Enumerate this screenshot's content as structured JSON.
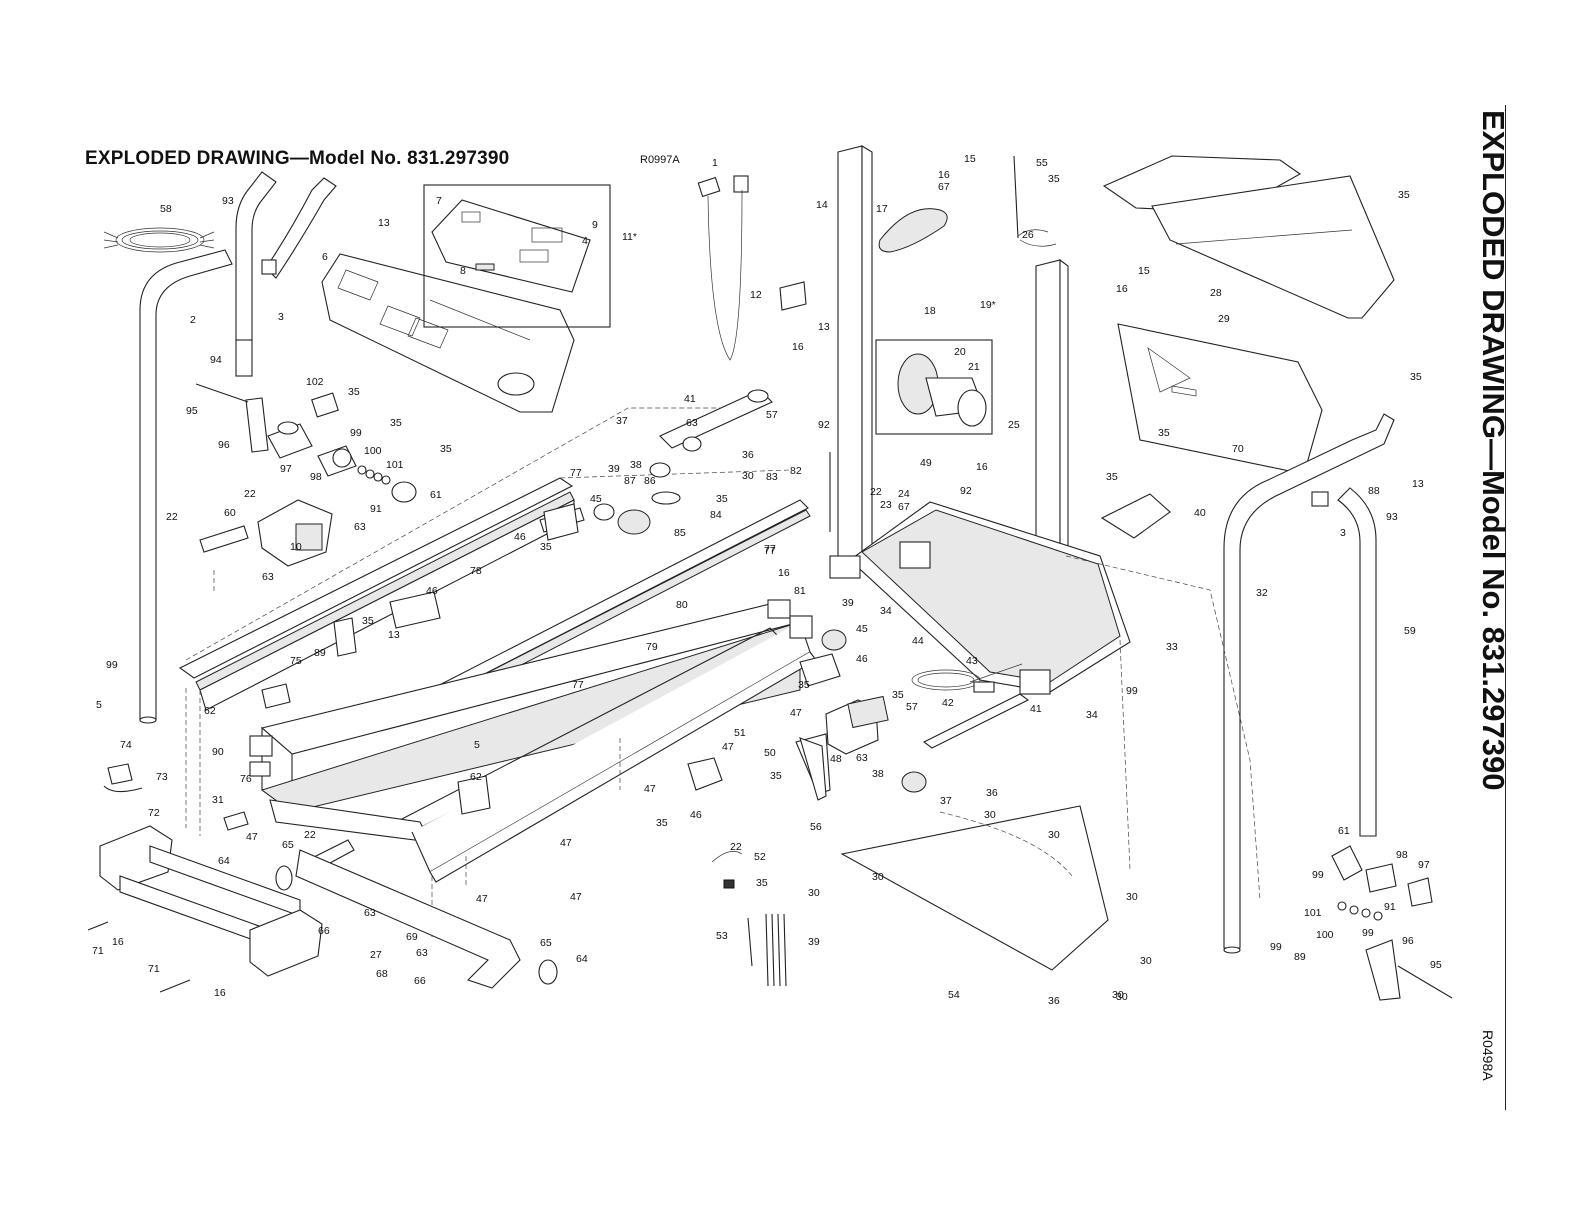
{
  "header": {
    "title": "EXPLODED DRAWING—Model No. 831.297390",
    "drawing_code": "R0997A"
  },
  "side": {
    "title": "EXPLODED DRAWING—Model No. 831.297390",
    "drawing_code": "R0498A"
  },
  "labels": {
    "c_console": [
      "7",
      "8",
      "9",
      "4",
      "11*"
    ],
    "c_top": [
      "1",
      "14",
      "15",
      "16",
      "67",
      "17",
      "55",
      "26",
      "35",
      "28",
      "35",
      "15",
      "16",
      "12",
      "13",
      "18",
      "19*",
      "20",
      "21",
      "29",
      "35",
      "35",
      "16",
      "92",
      "41",
      "57",
      "36",
      "30",
      "37",
      "38",
      "63",
      "82",
      "22",
      "24",
      "23",
      "67",
      "49",
      "25",
      "16",
      "92",
      "35",
      "70",
      "88",
      "13",
      "3",
      "40",
      "93",
      "32",
      "59"
    ],
    "c_left": [
      "58",
      "93",
      "13",
      "2",
      "3",
      "6",
      "94",
      "95",
      "96",
      "102",
      "35",
      "35",
      "35",
      "97",
      "98",
      "99",
      "100",
      "101",
      "91",
      "61",
      "22",
      "22",
      "60",
      "63",
      "63",
      "10",
      "77",
      "45",
      "39",
      "87",
      "86",
      "35",
      "84",
      "85",
      "83",
      "46",
      "35",
      "77",
      "46",
      "78",
      "35",
      "13",
      "89",
      "99",
      "5",
      "75",
      "62"
    ],
    "c_center": [
      "80",
      "79",
      "77",
      "77",
      "81",
      "16",
      "39",
      "34",
      "45",
      "46",
      "35",
      "44",
      "43",
      "42",
      "35",
      "41",
      "34",
      "57",
      "33",
      "99",
      "48",
      "47",
      "47",
      "50",
      "35",
      "63",
      "38",
      "37",
      "36",
      "30",
      "5",
      "62",
      "51",
      "47",
      "47",
      "35",
      "46"
    ],
    "c_bottom": [
      "74",
      "73",
      "90",
      "76",
      "31",
      "47",
      "72",
      "64",
      "65",
      "22",
      "63",
      "66",
      "69",
      "63",
      "66",
      "65",
      "64",
      "71",
      "16",
      "71",
      "16",
      "27",
      "68",
      "47",
      "47",
      "22",
      "52",
      "35",
      "53",
      "39",
      "56",
      "30",
      "30",
      "30",
      "30",
      "54",
      "30",
      "30",
      "36",
      "30",
      "30"
    ],
    "c_right": [
      "61",
      "98",
      "97",
      "99",
      "101",
      "91",
      "100",
      "99",
      "99",
      "89",
      "96",
      "95"
    ]
  }
}
